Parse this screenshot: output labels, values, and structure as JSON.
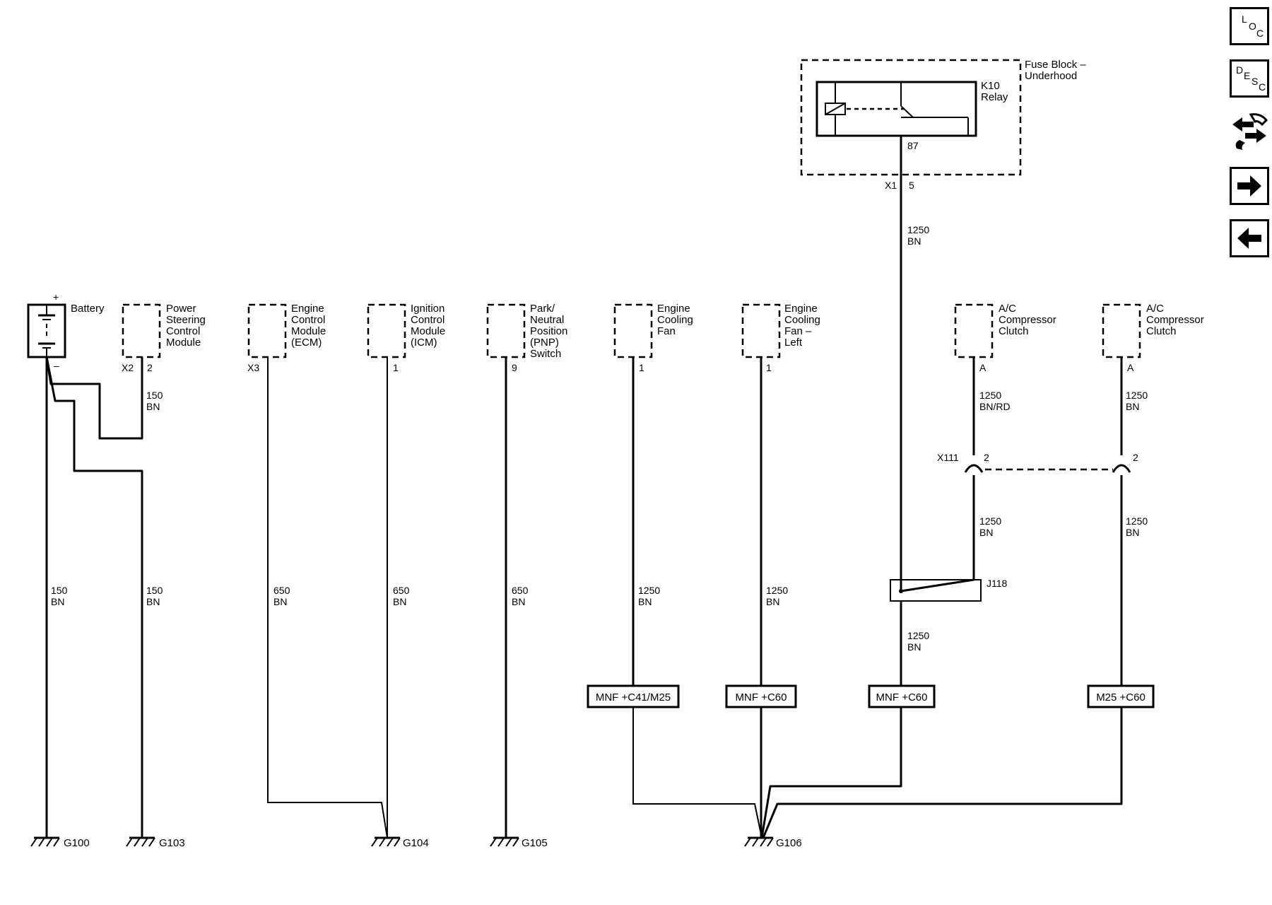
{
  "nav": {
    "loc": {
      "l1": "L",
      "l2": "O",
      "l3": "C"
    },
    "desc": {
      "l1": "D",
      "l2": "E",
      "l3": "S",
      "l4": "C"
    }
  },
  "fuse_block": {
    "title_lines": [
      "Fuse Block –",
      "Underhood"
    ],
    "relay_lines": [
      "K10",
      "Relay"
    ],
    "relay_pin": "87",
    "connector": "X1",
    "pin": "5"
  },
  "components": [
    {
      "id": "battery",
      "label_lines": [
        "Battery"
      ],
      "plus": "+",
      "minus": "–"
    },
    {
      "id": "pscm",
      "label_lines": [
        "Power",
        "Steering",
        "Control",
        "Module"
      ],
      "connector": "X2",
      "pin": "2"
    },
    {
      "id": "ecm",
      "label_lines": [
        "Engine",
        "Control",
        "Module",
        "(ECM)"
      ],
      "connector": "X3"
    },
    {
      "id": "icm",
      "label_lines": [
        "Ignition",
        "Control",
        "Module",
        "(ICM)"
      ],
      "pin": "1"
    },
    {
      "id": "pnp",
      "label_lines": [
        "Park/",
        "Neutral",
        "Position",
        "(PNP)",
        "Switch"
      ],
      "pin": "9"
    },
    {
      "id": "fan",
      "label_lines": [
        "Engine",
        "Cooling",
        "Fan"
      ],
      "pin": "1"
    },
    {
      "id": "fan_left",
      "label_lines": [
        "Engine",
        "Cooling",
        "Fan –",
        "Left"
      ],
      "pin": "1"
    },
    {
      "id": "ac1",
      "label_lines": [
        "A/C",
        "Compressor",
        "Clutch"
      ],
      "pin": "A"
    },
    {
      "id": "ac2",
      "label_lines": [
        "A/C",
        "Compressor",
        "Clutch"
      ],
      "pin": "A"
    }
  ],
  "wires": [
    {
      "id": "w_bat_upper",
      "size": "150",
      "color": "BN"
    },
    {
      "id": "w_bat",
      "size": "150",
      "color": "BN"
    },
    {
      "id": "w_g103",
      "size": "150",
      "color": "BN"
    },
    {
      "id": "w_ecm",
      "size": "650",
      "color": "BN"
    },
    {
      "id": "w_icm",
      "size": "650",
      "color": "BN"
    },
    {
      "id": "w_pnp",
      "size": "650",
      "color": "BN"
    },
    {
      "id": "w_fan",
      "size": "1250",
      "color": "BN"
    },
    {
      "id": "w_fanl",
      "size": "1250",
      "color": "BN"
    },
    {
      "id": "w_fuse",
      "size": "1250",
      "color": "BN"
    },
    {
      "id": "w_j118",
      "size": "1250",
      "color": "BN"
    },
    {
      "id": "w_ac1_top",
      "size": "1250",
      "color": "BN/RD"
    },
    {
      "id": "w_ac2_top",
      "size": "1250",
      "color": "BN"
    },
    {
      "id": "w_ac1_bot",
      "size": "1250",
      "color": "BN"
    },
    {
      "id": "w_ac2_bot",
      "size": "1250",
      "color": "BN"
    }
  ],
  "inline_connector": {
    "name": "X111",
    "pin_left": "2",
    "pin_right": "2"
  },
  "splice": "J118",
  "options": [
    "MNF +C41/M25",
    "MNF +C60",
    "MNF +C60",
    "M25 +C60"
  ],
  "grounds": [
    "G100",
    "G103",
    "G104",
    "G105",
    "G106"
  ]
}
